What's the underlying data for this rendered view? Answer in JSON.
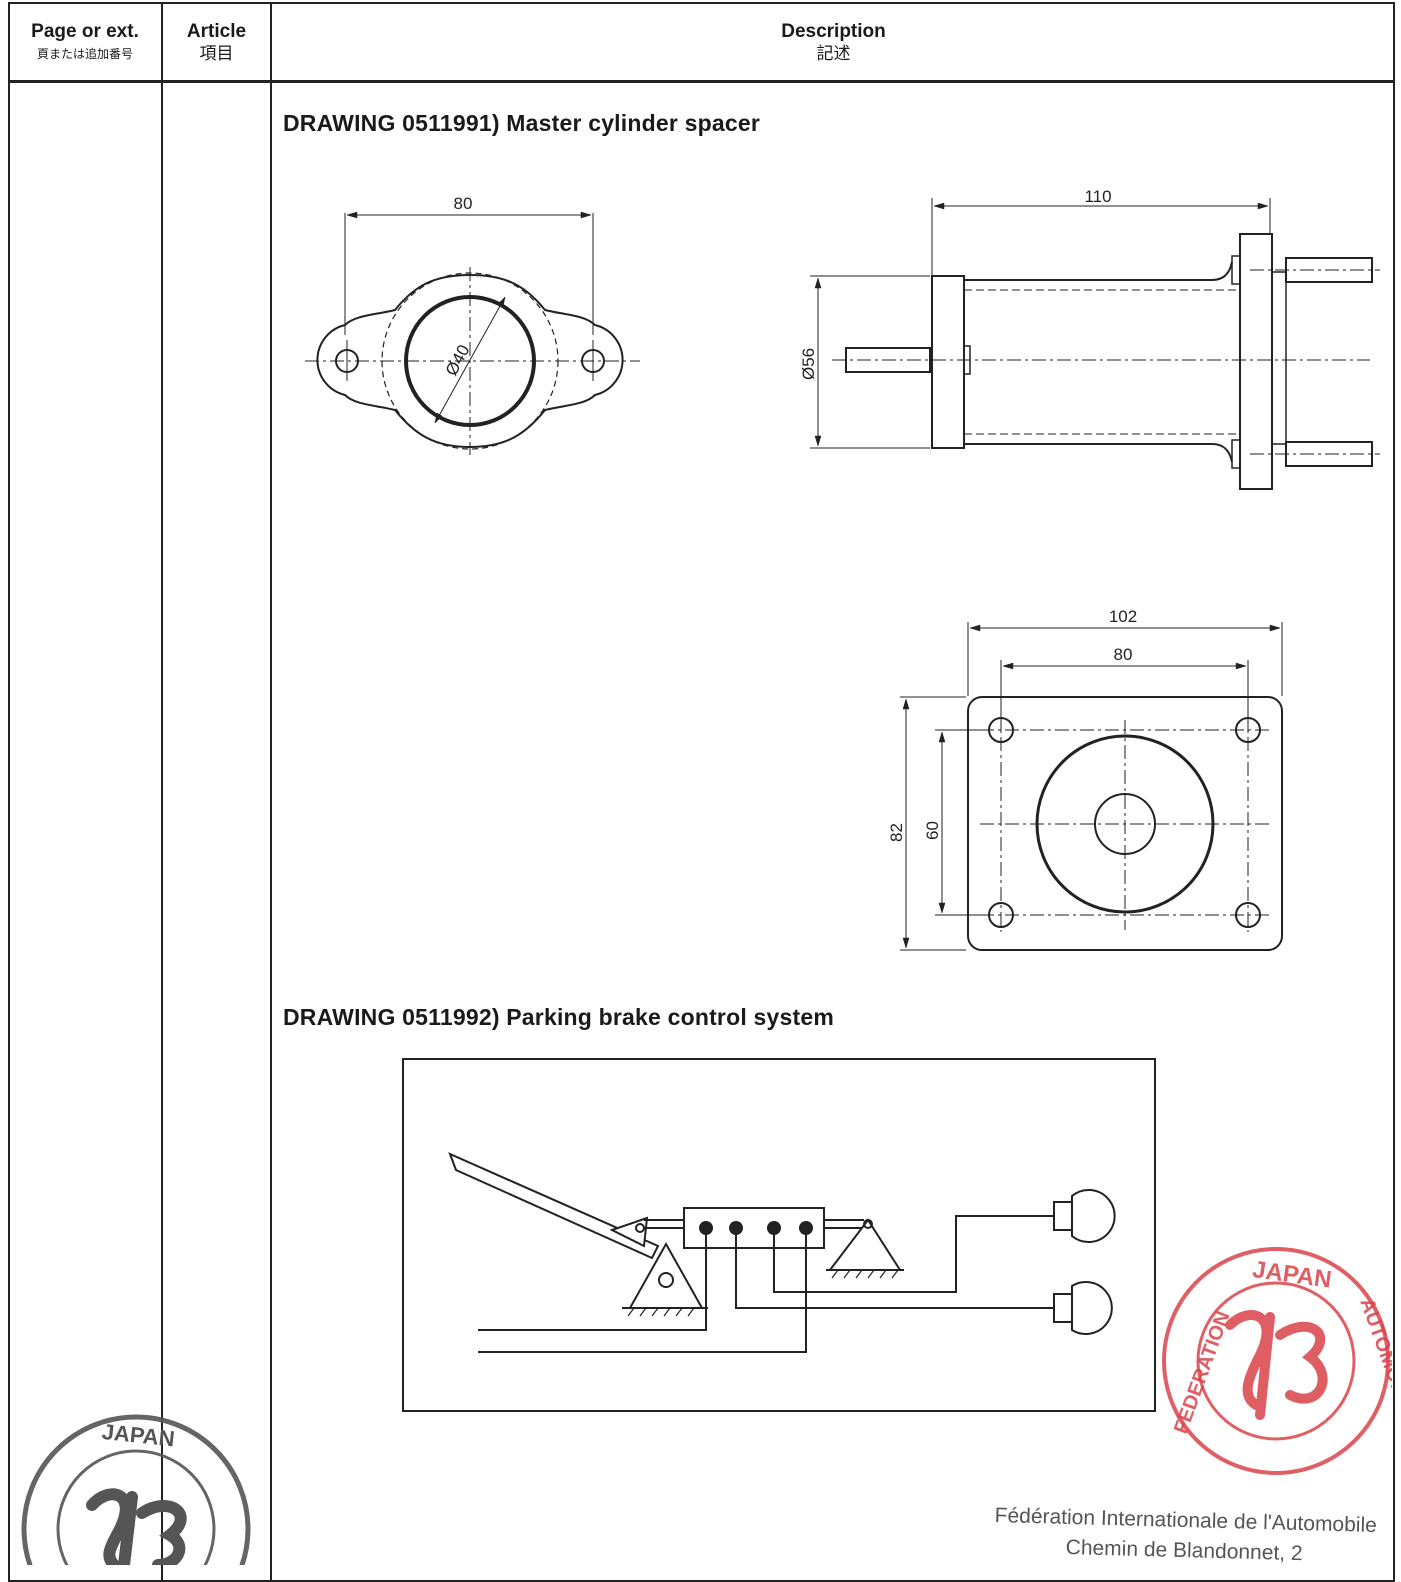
{
  "header": {
    "col1_en": "Page or ext.",
    "col1_ja": "頁または追加番号",
    "col2_en": "Article",
    "col2_ja": "項目",
    "col3_en": "Description",
    "col3_ja": "記述"
  },
  "drawing1": {
    "title": "DRAWING 0511991) Master cylinder spacer",
    "dims": {
      "flange_width": "80",
      "bore_dia": "Ø40",
      "length": "110",
      "body_dia": "Ø56",
      "plate_width": "102",
      "hole_pitch_x": "80",
      "plate_height": "82",
      "hole_pitch_y": "60"
    }
  },
  "drawing2": {
    "title": "DRAWING 0511992) Parking brake control system"
  },
  "stamp": {
    "top": "JAPAN",
    "left": "FEDERATION",
    "right": "AUTOMOBILE"
  },
  "footer": {
    "line1": "Fédération Internationale de l'Automobile",
    "line2": "Chemin de Blandonnet, 2"
  },
  "colors": {
    "ink": "#222222",
    "stamp_red": "#d9434a",
    "stamp_gray": "#555555"
  }
}
